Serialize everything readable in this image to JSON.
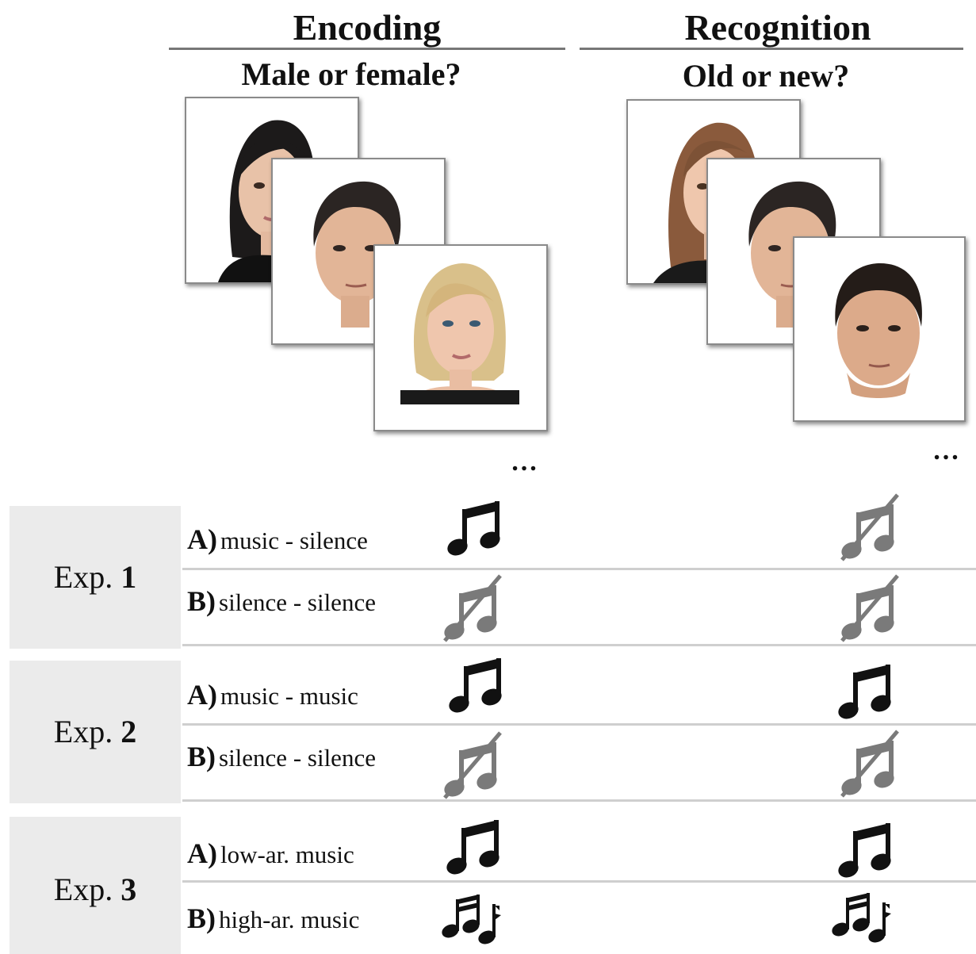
{
  "encoding": {
    "title": "Encoding",
    "question": "Male or female?"
  },
  "recognition": {
    "title": "Recognition",
    "question": "Old or new?"
  },
  "ellipsis": "…",
  "experiments": [
    {
      "label_prefix": "Exp.",
      "label_number": "1",
      "conditions": [
        {
          "letter": "A)",
          "text": "music - silence",
          "encoding_icon": "music-note-icon",
          "recognition_icon": "muted-music-note-icon"
        },
        {
          "letter": "B)",
          "text": "silence - silence",
          "encoding_icon": "muted-music-note-icon",
          "recognition_icon": "muted-music-note-icon"
        }
      ]
    },
    {
      "label_prefix": "Exp.",
      "label_number": "2",
      "conditions": [
        {
          "letter": "A)",
          "text": "music - music",
          "encoding_icon": "music-note-icon",
          "recognition_icon": "music-note-icon"
        },
        {
          "letter": "B)",
          "text": "silence - silence",
          "encoding_icon": "muted-music-note-icon",
          "recognition_icon": "muted-music-note-icon"
        }
      ]
    },
    {
      "label_prefix": "Exp.",
      "label_number": "3",
      "conditions": [
        {
          "letter": "A)",
          "text": "low-ar. music",
          "encoding_icon": "music-note-icon",
          "recognition_icon": "music-note-icon"
        },
        {
          "letter": "B)",
          "text": "high-ar. music",
          "encoding_icon": "sixteenth-notes-icon",
          "recognition_icon": "sixteenth-notes-icon"
        }
      ]
    }
  ],
  "colors": {
    "note": "#111111",
    "muted_note": "#7a7a7a",
    "exp_background": "#ebebeb",
    "rule": "#cfcfcf"
  }
}
